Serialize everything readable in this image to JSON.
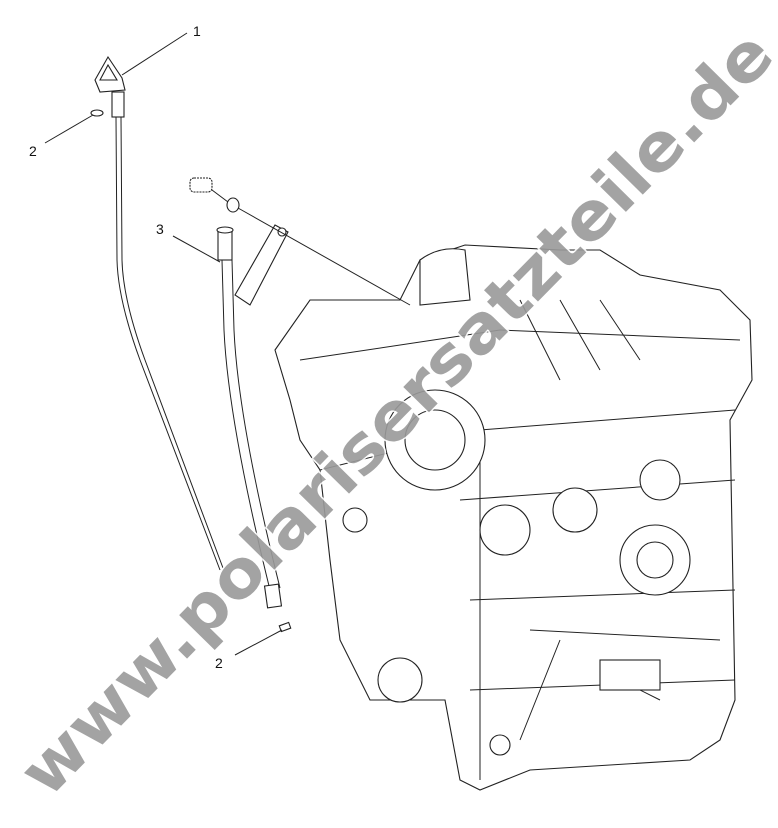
{
  "diagram": {
    "callouts": [
      {
        "label": "1",
        "part": "dipstick"
      },
      {
        "label": "2",
        "part": "o-ring"
      },
      {
        "label": "3",
        "part": "dipstick-tube"
      },
      {
        "label": "2",
        "part": "o-ring"
      }
    ],
    "watermark": "www.polarisersatzteile.de"
  }
}
